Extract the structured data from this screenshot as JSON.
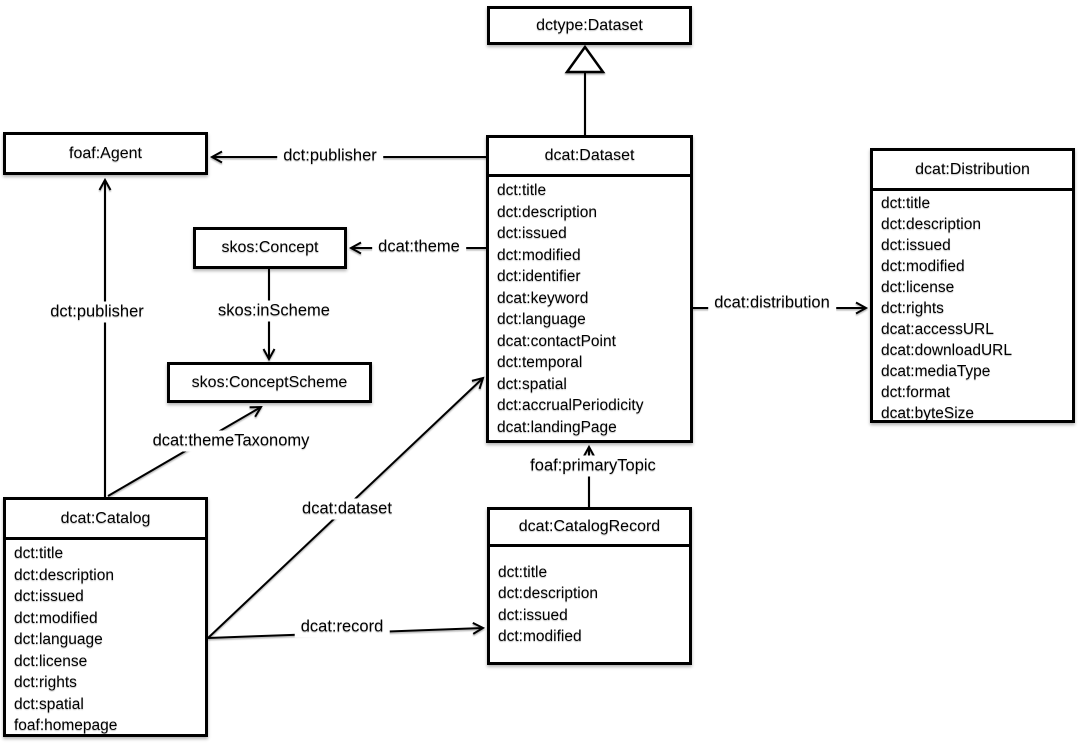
{
  "diagram": {
    "classes": [
      {
        "name": "dctype:Dataset",
        "attributes": []
      },
      {
        "name": "dcat:Dataset",
        "attributes": [
          "dct:title",
          "dct:description",
          "dct:issued",
          "dct:modified",
          "dct:identifier",
          "dcat:keyword",
          "dct:language",
          "dcat:contactPoint",
          "dct:temporal",
          "dct:spatial",
          "dct:accrualPeriodicity",
          "dcat:landingPage"
        ]
      },
      {
        "name": "foaf:Agent",
        "attributes": []
      },
      {
        "name": "skos:Concept",
        "attributes": []
      },
      {
        "name": "skos:ConceptScheme",
        "attributes": []
      },
      {
        "name": "dcat:Catalog",
        "attributes": [
          "dct:title",
          "dct:description",
          "dct:issued",
          "dct:modified",
          "dct:language",
          "dct:license",
          "dct:rights",
          "dct:spatial",
          "foaf:homepage"
        ]
      },
      {
        "name": "dcat:CatalogRecord",
        "attributes": [
          "dct:title",
          "dct:description",
          "dct:issued",
          "dct:modified"
        ]
      },
      {
        "name": "dcat:Distribution",
        "attributes": [
          "dct:title",
          "dct:description",
          "dct:issued",
          "dct:modified",
          "dct:license",
          "dct:rights",
          "dcat:accessURL",
          "dcat:downloadURL",
          "dcat:mediaType",
          "dct:format",
          "dcat:byteSize"
        ]
      }
    ],
    "relations": [
      {
        "label": "dct:publisher",
        "from": "dcat:Dataset",
        "to": "foaf:Agent"
      },
      {
        "label": "dct:publisher",
        "from": "dcat:Catalog",
        "to": "foaf:Agent"
      },
      {
        "label": "dcat:theme",
        "from": "dcat:Dataset",
        "to": "skos:Concept"
      },
      {
        "label": "skos:inScheme",
        "from": "skos:Concept",
        "to": "skos:ConceptScheme"
      },
      {
        "label": "dcat:themeTaxonomy",
        "from": "dcat:Catalog",
        "to": "skos:ConceptScheme"
      },
      {
        "label": "dcat:dataset",
        "from": "dcat:Catalog",
        "to": "dcat:Dataset"
      },
      {
        "label": "dcat:record",
        "from": "dcat:Catalog",
        "to": "dcat:CatalogRecord"
      },
      {
        "label": "foaf:primaryTopic",
        "from": "dcat:CatalogRecord",
        "to": "dcat:Dataset"
      },
      {
        "label": "dcat:distribution",
        "from": "dcat:Dataset",
        "to": "dcat:Distribution"
      },
      {
        "label": "",
        "from": "dcat:Dataset",
        "to": "dctype:Dataset",
        "type": "generalization"
      }
    ],
    "colors": {
      "line": "#000000",
      "fill": "#ffffff",
      "text": "#000000"
    }
  }
}
